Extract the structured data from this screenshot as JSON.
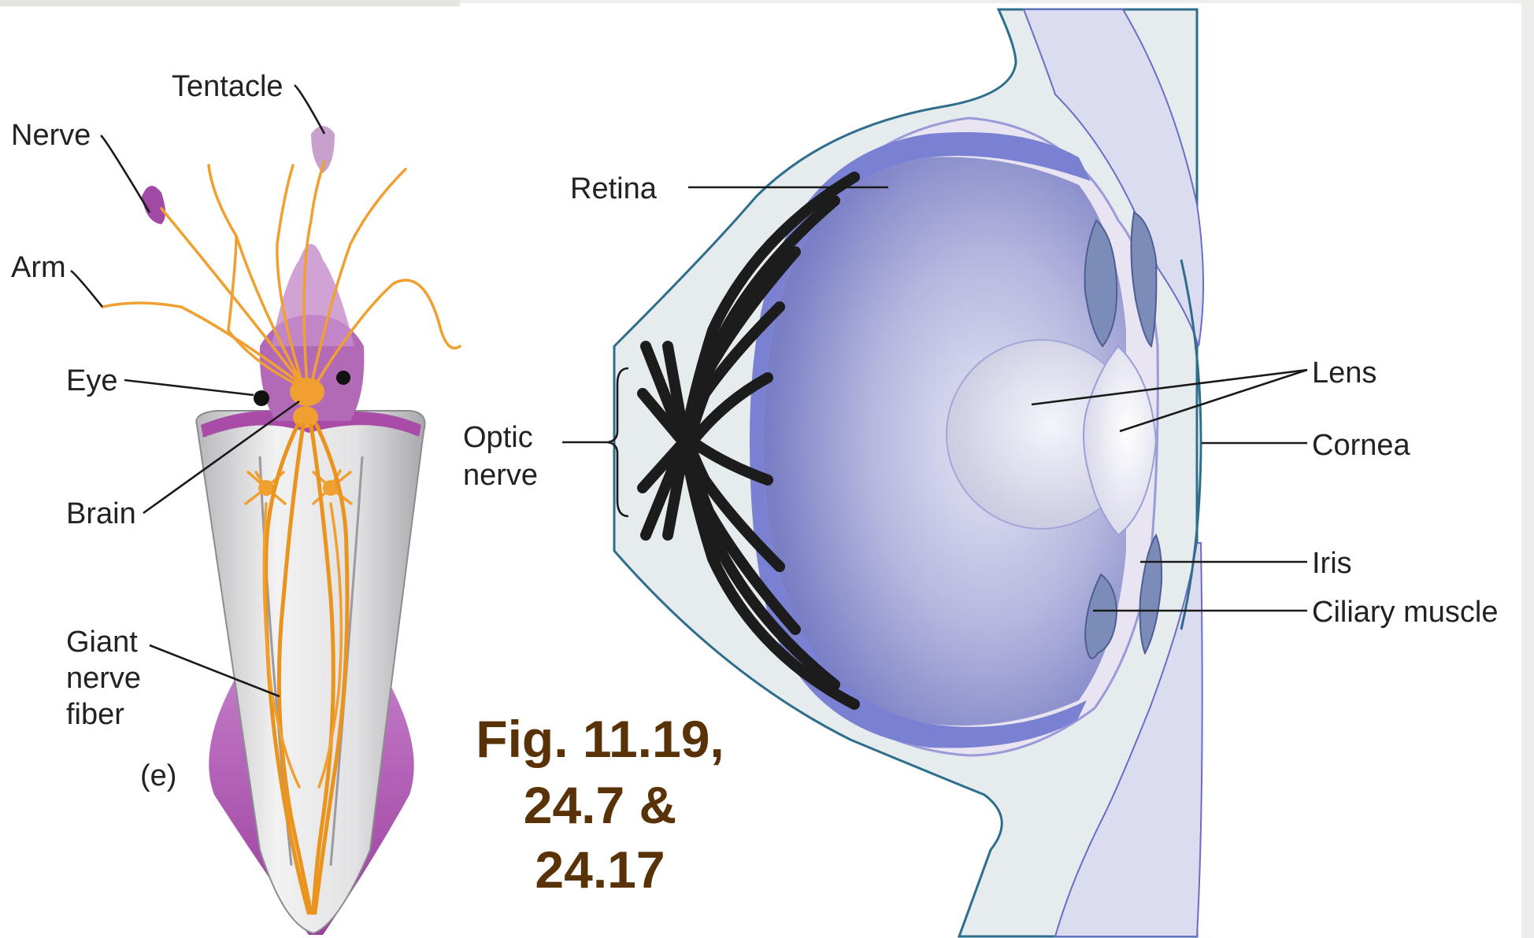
{
  "squid_panel": {
    "labels": {
      "tentacle": "Tentacle",
      "nerve": "Nerve",
      "arm": "Arm",
      "eye": "Eye",
      "brain": "Brain",
      "giant_nerve_fiber_line1": "Giant",
      "giant_nerve_fiber_line2": "nerve",
      "giant_nerve_fiber_line3": "fiber",
      "panel_letter": "(e)"
    }
  },
  "eye_panel": {
    "labels": {
      "retina": "Retina",
      "optic_nerve_line1": "Optic",
      "optic_nerve_line2": "nerve",
      "lens": "Lens",
      "cornea": "Cornea",
      "iris": "Iris",
      "ciliary_muscle": "Ciliary muscle"
    }
  },
  "caption": {
    "line1": "Fig. 11.19,",
    "line2": "24.7 &",
    "line3": "24.17"
  },
  "colors": {
    "nerve_orange": "#e8941e",
    "squid_purple": "#a84ca8",
    "eye_blue": "#7880d0",
    "caption_brown": "#5a3208"
  }
}
